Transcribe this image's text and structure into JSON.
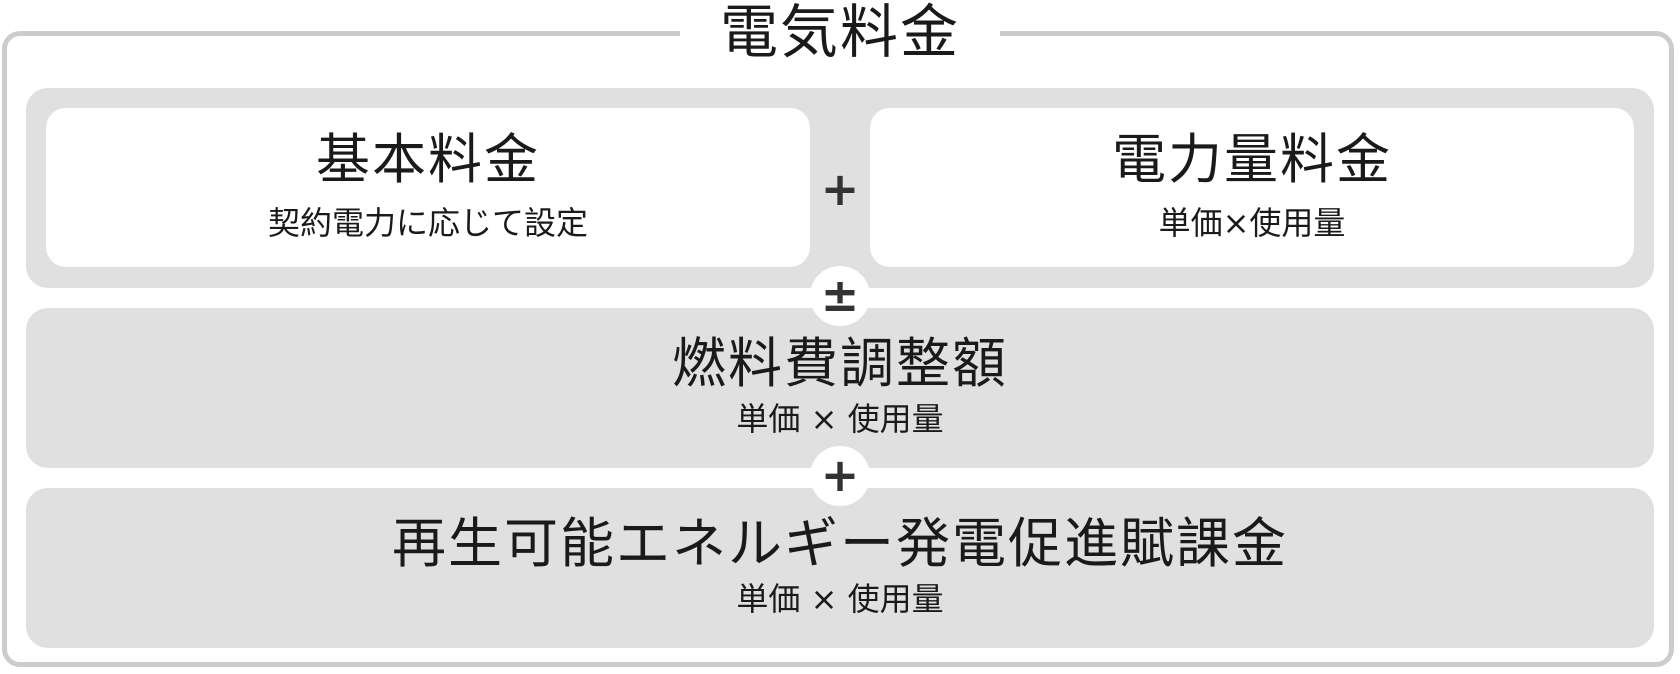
{
  "title": "電気料金",
  "basic_charge": {
    "title": "基本料金",
    "subtitle": "契約電力に応じて設定"
  },
  "energy_charge": {
    "title": "電力量料金",
    "subtitle": "単価×使用量"
  },
  "fuel_adjustment": {
    "title": "燃料費調整額",
    "subtitle": "単価 × 使用量"
  },
  "renewable_surcharge": {
    "title": "再生可能エネルギー発電促進賦課金",
    "subtitle": "単価 × 使用量"
  },
  "operators": {
    "basic_plus_energy": "+",
    "fuel": "±",
    "renewable": "+"
  },
  "colors": {
    "frame_border": "#cccccc",
    "panel_background": "#e0e0e0",
    "card_background": "#ffffff",
    "text": "#1a1a1a",
    "operator": "#333333"
  }
}
